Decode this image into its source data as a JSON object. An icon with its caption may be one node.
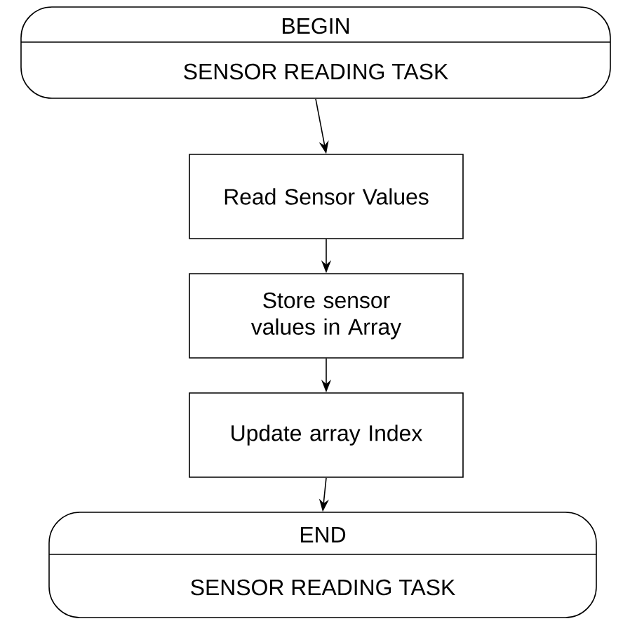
{
  "diagram": {
    "nodes": [
      {
        "text": [
          "BEGIN",
          "SENSOR READING TASK"
        ]
      },
      {
        "text": [
          "Read Sensor Values"
        ]
      },
      {
        "text": [
          "Store sensor values in Array"
        ]
      },
      {
        "text": [
          "Update array Index"
        ]
      },
      {
        "text": [
          "END",
          "SENSOR READING TASK"
        ]
      }
    ],
    "edges": [
      {
        "from": 0,
        "to": 1,
        "arrow": "to"
      },
      {
        "from": 1,
        "to": 2,
        "arrow": "to"
      },
      {
        "from": 2,
        "to": 3,
        "arrow": "to"
      },
      {
        "from": 3,
        "to": 4,
        "arrow": "to"
      }
    ]
  }
}
